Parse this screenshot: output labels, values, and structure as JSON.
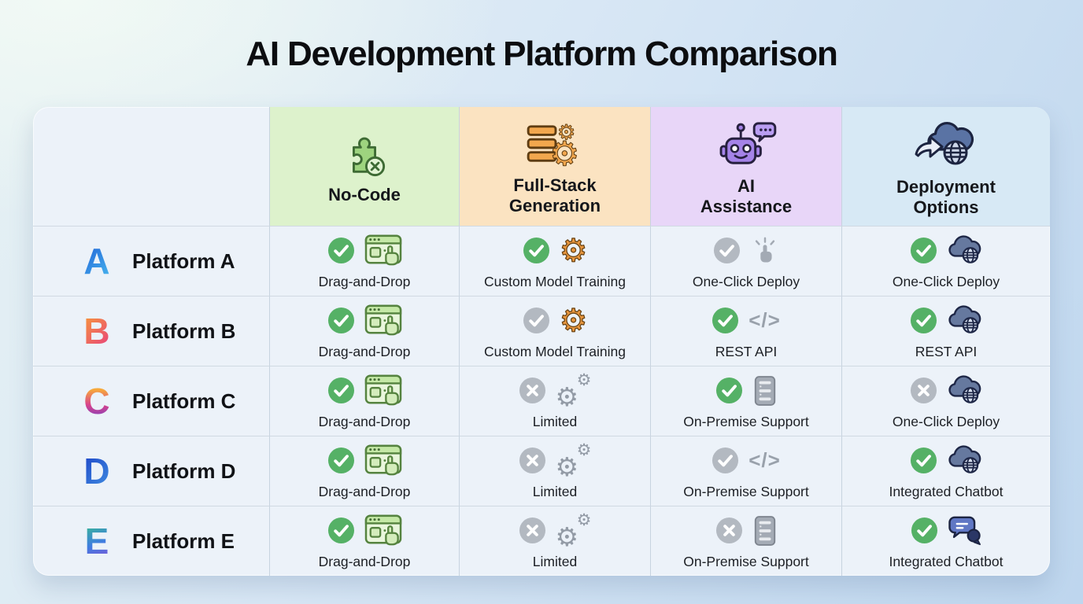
{
  "title": "AI Development Platform Comparison",
  "table": {
    "feature_columns": [
      {
        "label": "No-Code",
        "icon": "puzzle-no-code-icon",
        "bg": "#ddf2cc"
      },
      {
        "label": "Full-Stack Generation",
        "icon": "database-gears-icon",
        "bg": "#fbe3c1"
      },
      {
        "label": "AI Assistance",
        "icon": "robot-chat-icon",
        "bg": "#e8d6f8"
      },
      {
        "label": "Deployment Options",
        "icon": "cloud-deploy-icon",
        "bg": "#d7e9f5"
      }
    ],
    "rows": [
      {
        "platform": "Platform A",
        "logo_letter": "A",
        "cells": [
          {
            "status": "check-green",
            "icon": "drag-drop-window-icon",
            "label": "Drag-and-Drop"
          },
          {
            "status": "check-green",
            "icon": "gear-icon",
            "label": "Custom Model Training"
          },
          {
            "status": "check-gray",
            "icon": "tap-icon",
            "label": "One-Click Deploy"
          },
          {
            "status": "check-green",
            "icon": "cloud-globe-icon",
            "label": "One-Click Deploy"
          }
        ]
      },
      {
        "platform": "Platform B",
        "logo_letter": "B",
        "cells": [
          {
            "status": "check-green",
            "icon": "drag-drop-window-icon",
            "label": "Drag-and-Drop"
          },
          {
            "status": "check-gray",
            "icon": "gear-icon",
            "label": "Custom Model Training"
          },
          {
            "status": "check-green",
            "icon": "code-icon",
            "label": "REST API"
          },
          {
            "status": "check-green",
            "icon": "cloud-globe-icon",
            "label": "REST API"
          }
        ]
      },
      {
        "platform": "Platform C",
        "logo_letter": "C",
        "cells": [
          {
            "status": "check-green",
            "icon": "drag-drop-window-icon",
            "label": "Drag-and-Drop"
          },
          {
            "status": "x-gray",
            "icon": "gears-icon",
            "label": "Limited"
          },
          {
            "status": "check-green",
            "icon": "server-icon",
            "label": "On-Premise Support"
          },
          {
            "status": "x-gray",
            "icon": "cloud-globe-icon",
            "label": "One-Click Deploy"
          }
        ]
      },
      {
        "platform": "Platform D",
        "logo_letter": "D",
        "cells": [
          {
            "status": "check-green",
            "icon": "drag-drop-window-icon",
            "label": "Drag-and-Drop"
          },
          {
            "status": "x-gray",
            "icon": "gears-icon",
            "label": "Limited"
          },
          {
            "status": "check-gray",
            "icon": "code-icon",
            "label": "On-Premise Support"
          },
          {
            "status": "check-green",
            "icon": "cloud-globe-icon",
            "label": "Integrated Chatbot"
          }
        ]
      },
      {
        "platform": "Platform E",
        "logo_letter": "E",
        "cells": [
          {
            "status": "check-green",
            "icon": "drag-drop-window-icon",
            "label": "Drag-and-Drop"
          },
          {
            "status": "x-gray",
            "icon": "gears-icon",
            "label": "Limited"
          },
          {
            "status": "x-gray",
            "icon": "server-icon",
            "label": "On-Premise Support"
          },
          {
            "status": "check-green",
            "icon": "chat-bubbles-icon",
            "label": "Integrated Chatbot"
          }
        ]
      }
    ]
  },
  "colors": {
    "status_positive": "#55b166",
    "status_neutral": "#b3b9c1",
    "header_green_bg": "#ddf2cc",
    "header_orange_bg": "#fbe3c1",
    "header_purple_bg": "#e8d6f8",
    "header_blue_bg": "#d7e9f5",
    "card_bg": "#ecf2f9"
  }
}
